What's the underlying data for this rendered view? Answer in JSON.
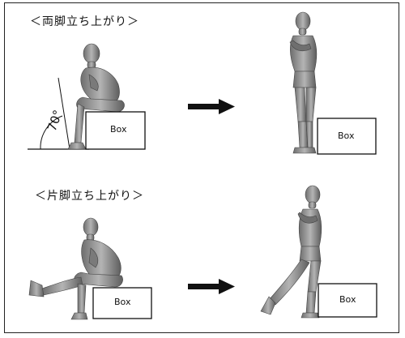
{
  "sections": [
    {
      "caption": "＜両脚立ち上がり＞",
      "box_label_left": "Box",
      "box_label_right": "Box",
      "angle_label": "70°"
    },
    {
      "caption": "＜片脚立ち上がり＞",
      "box_label_left": "Box",
      "box_label_right": "Box"
    }
  ],
  "colors": {
    "figure": "#8c8c8c",
    "figure_dark": "#5a5a5a",
    "line": "#111111",
    "arrow": "#111111"
  }
}
